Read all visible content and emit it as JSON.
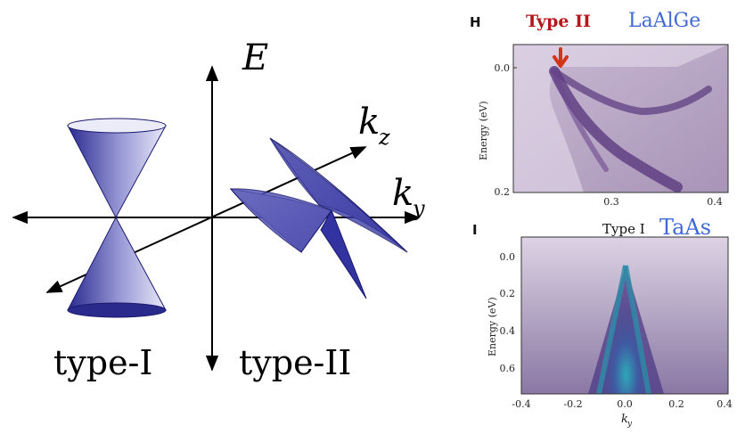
{
  "schematic": {
    "energy_axis_label": "E",
    "kz_label_main": "k",
    "kz_label_sub": "z",
    "ky_label_main": "k",
    "ky_label_sub": "y",
    "type1_label": "type-I",
    "type2_label": "type-II",
    "cone_color": "#3b3ba0"
  },
  "panel_H": {
    "letter": "H",
    "type_label": "Type II",
    "type_label_color": "#b3171b",
    "material": "LaAlGe",
    "material_color": "#4169d6",
    "ylabel": "Energy (eV)",
    "yticks": [
      "0.0",
      "0.2"
    ],
    "xticks": [
      "0.3",
      "0.4"
    ],
    "arrow_color": "#d2341a"
  },
  "panel_I": {
    "letter": "I",
    "type_label": "Type I",
    "material": "TaAs",
    "material_color": "#4169d6",
    "ylabel": "Energy (eV)",
    "yticks": [
      "0.0",
      "0.2",
      "0.4",
      "0.6"
    ],
    "xticks": [
      "-0.4",
      "-0.2",
      "0.0",
      "0.2",
      "0.4"
    ],
    "xlabel_main": "k",
    "xlabel_sub": "y"
  }
}
